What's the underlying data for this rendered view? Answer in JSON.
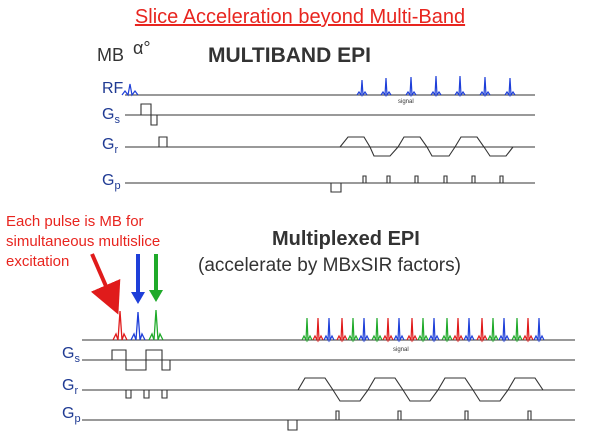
{
  "title": "Slice Acceleration beyond Multi-Band",
  "mb_label": "MB",
  "mb_alpha": "α°",
  "top_heading": "MULTIBAND EPI",
  "bottom_heading": "Multiplexed EPI",
  "bottom_subheading": "(accelerate by MBxSIR factors)",
  "annotation": "Each pulse is MB for simultaneous multislice excitation",
  "axes": {
    "rf": "RF",
    "gs": {
      "base": "G",
      "sub": "s"
    },
    "gr": {
      "base": "G",
      "sub": "r"
    },
    "gp": {
      "base": "G",
      "sub": "p"
    }
  },
  "signal_label": "signal",
  "colors": {
    "title": "#e8251f",
    "axis_label": "#1f3a93",
    "pulse_blue": "#1e3fd9",
    "pulse_red": "#e01b1b",
    "pulse_green": "#1faa2a",
    "line": "#333333"
  }
}
